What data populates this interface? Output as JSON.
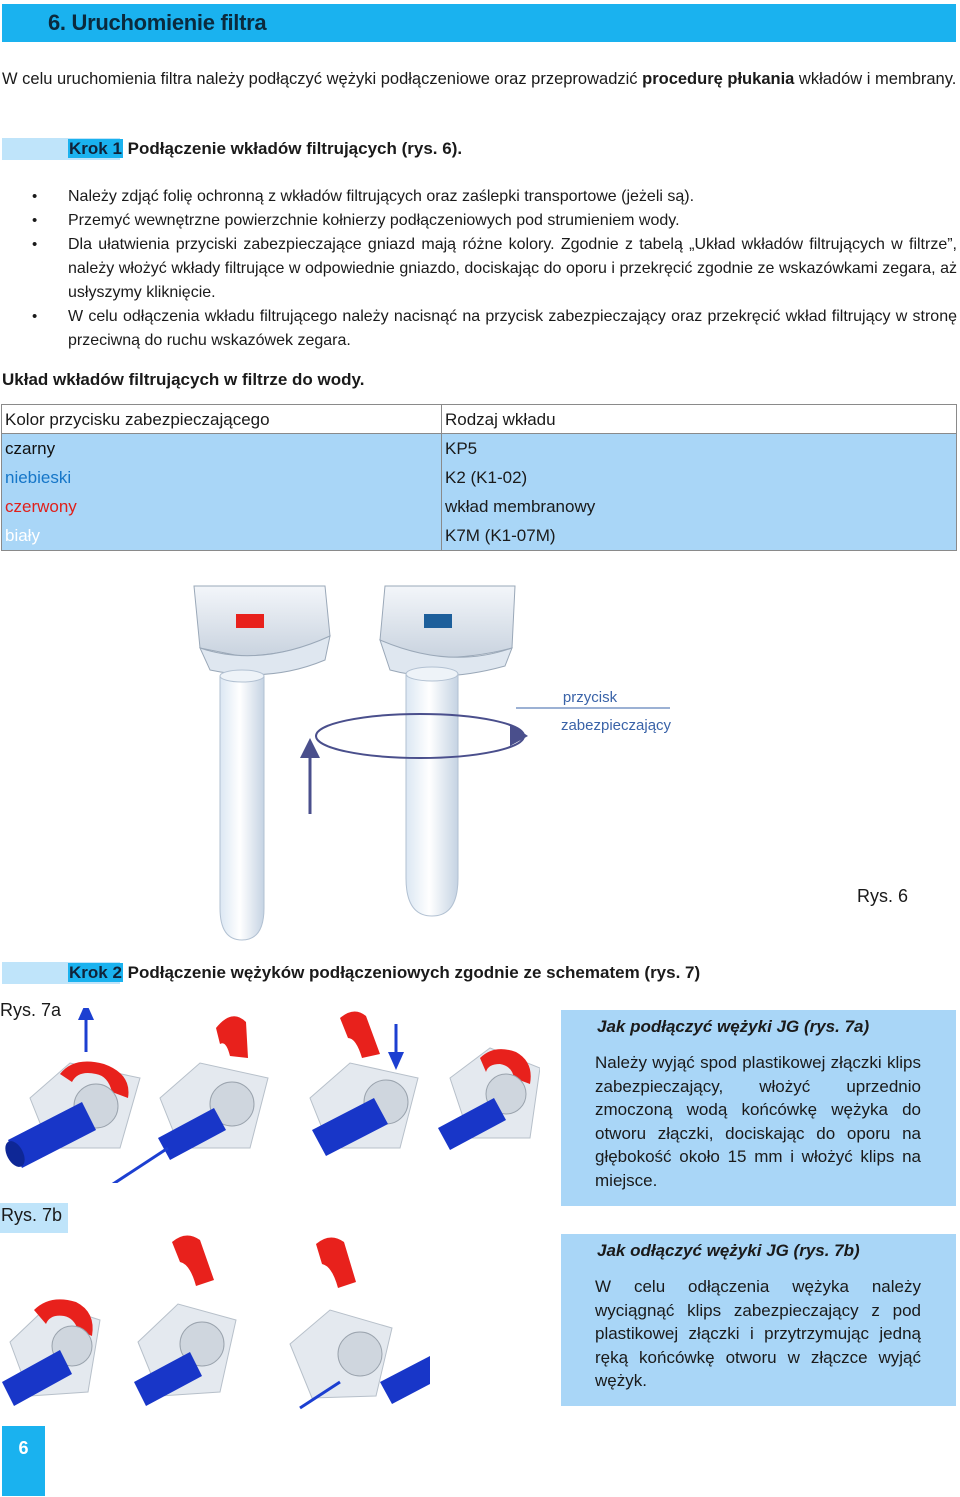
{
  "section": {
    "title": "6. Uruchomienie filtra"
  },
  "intro": {
    "before": "W celu uruchomienia filtra należy podłączyć wężyki podłączeniowe oraz przeprowadzić ",
    "bold": "procedurę płukania",
    "after": " wkładów i membrany."
  },
  "step1": {
    "krok": "Krok 1",
    "title": " Podłączenie wkładów filtrujących (rys. 6)."
  },
  "bullets": [
    "Należy zdjąć folię ochronną z wkładów filtrujących oraz zaślepki transportowe (jeżeli są).",
    "Przemyć wewnętrzne powierzchnie kołnierzy podłączeniowych pod strumieniem wody.",
    "Dla ułatwienia przyciski zabezpieczające gniazd mają różne kolory. Zgodnie z tabelą „Układ wkładów filtrujących w filtrze”, należy włożyć wkłady filtrujące w odpowiednie gniazdo, dociskając do oporu i przekręcić zgodnie ze wskazówkami zegara, aż usłyszymy kliknięcie.",
    "W celu odłączenia wkładu filtrującego należy nacisnąć na przycisk zabezpieczający oraz przekręcić wkład filtrujący w stronę przeciwną do ruchu wskazówek zegara."
  ],
  "table": {
    "title": "Układ wkładów filtrujących w filtrze do wody.",
    "headers": [
      "Kolor przycisku zabezpieczającego",
      "Rodzaj wkładu"
    ],
    "rows": [
      {
        "color_name": "czarny",
        "cartridge": "KP5",
        "text_color": "#111111"
      },
      {
        "color_name": "niebieski",
        "cartridge": "K2 (K1-02)",
        "text_color": "#1576c8"
      },
      {
        "color_name": "czerwony",
        "cartridge": "wkład membranowy",
        "text_color": "#e0201b"
      },
      {
        "color_name": "biały",
        "cartridge": "K7M (K1-07M)",
        "text_color": "#ffffff"
      }
    ]
  },
  "figure6": {
    "label_line1": "przycisk",
    "label_line2": "zabezpieczający",
    "caption": "Rys. 6",
    "colors": {
      "red_button": "#e8211c",
      "blue_button": "#1d5f9b",
      "arrow": "#4a4f8c",
      "label": "#3a63a8"
    }
  },
  "step2": {
    "krok": "Krok 2",
    "title": " Podłączenie wężyków podłączeniowych zgodnie ze schematem (rys. 7)"
  },
  "figure7": {
    "caption_a": "Rys. 7a",
    "caption_b": "Rys. 7b",
    "colors": {
      "clip": "#e8211c",
      "tube": "#1836c8",
      "arrow": "#1c3fd1"
    }
  },
  "box_connect": {
    "title": "Jak podłączyć wężyki JG (rys. 7a)",
    "text": "Należy wyjąć spod plastikowej złączki klips zabezpieczający, włożyć uprzednio zmoczoną wodą końcówkę wężyka do otworu złączki, dociskając do oporu na głębokość około 15 mm i włożyć klips na miejsce."
  },
  "box_disconnect": {
    "title": "Jak odłączyć wężyki JG (rys. 7b)",
    "text": "W celu odłączenia wężyka należy wyciągnąć klips zabezpieczający z pod plastikowej złączki i przytrzymując jedną ręką końcówkę otworu w złączce wyjąć wężyk."
  },
  "page": {
    "number": "6"
  },
  "colors": {
    "accent": "#1ab2ef",
    "light_accent": "#bfe4fa",
    "box": "#a9d6f7"
  }
}
